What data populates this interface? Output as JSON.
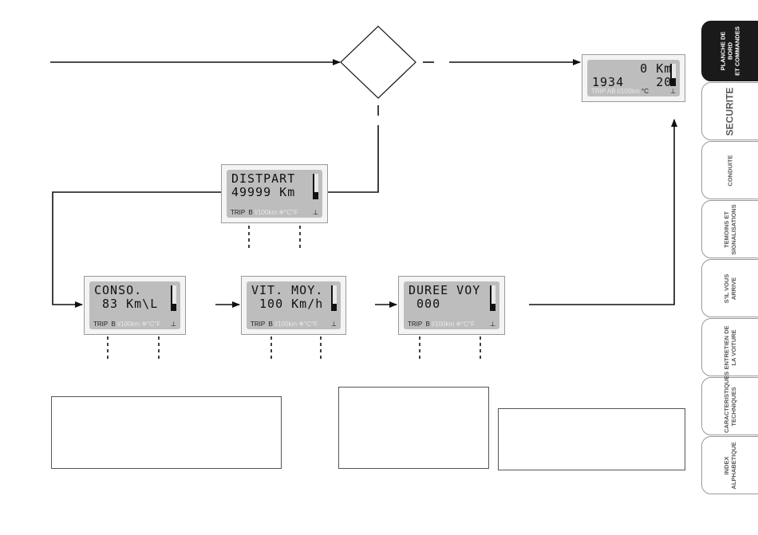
{
  "displays": {
    "main": {
      "line1": "      0 Km",
      "line2": "1934    20",
      "footer_dim": "TRIP AB l/100km",
      "footer_unit": "°C"
    },
    "distpart": {
      "line1": "DISTPART",
      "line2": "49999 Km",
      "footer_trip": "TRIP",
      "footer_b": "B",
      "footer_dim": "l/100km ❄°C°F"
    },
    "conso": {
      "line1": "CONSO.",
      "line2": " 83 Km\\L",
      "footer_trip": "TRIP",
      "footer_b": "B",
      "footer_dim": "l/100km ❄°C°F"
    },
    "vit_moy": {
      "line1": "VIT. MOY.",
      "line2": " 100 Km/h",
      "footer_trip": "TRIP",
      "footer_b": "B",
      "footer_dim": "l/100km ❄°C°F"
    },
    "duree_voy": {
      "line1": "DUREE VOY",
      "line2": " 000",
      "footer_trip": "TRIP",
      "footer_b": "B",
      "footer_dim": "l/100km ❄°C°F"
    }
  },
  "side_tabs": [
    {
      "label": "PLANCHE DE BORD\nET COMMANDES",
      "active": true
    },
    {
      "label": "SECURITE",
      "active": false
    },
    {
      "label": "CONDUITE",
      "active": false
    },
    {
      "label": "TEMOINS ET\nSIGNALISATIONS",
      "active": false
    },
    {
      "label": "S'IL VOUS\nARRIVE",
      "active": false
    },
    {
      "label": "ENTRETIEN DE\nLA VOITURE",
      "active": false
    },
    {
      "label": "CARACTERISTIQUES\nTECHNIQUES",
      "active": false
    },
    {
      "label": "INDEX\nALPHABETIQUE",
      "active": false
    }
  ]
}
